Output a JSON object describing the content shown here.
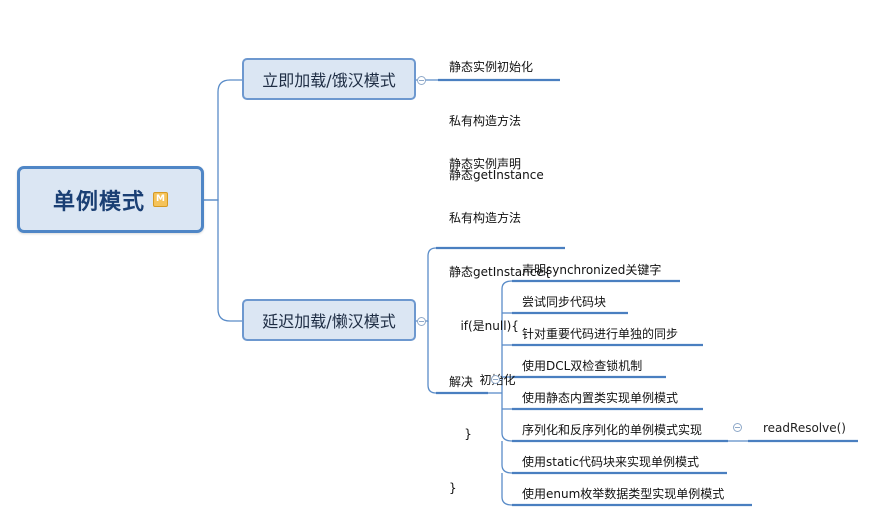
{
  "root": {
    "title": "单例模式",
    "marker": "M"
  },
  "eager": {
    "title": "立即加载/饿汉模式",
    "note_lines": [
      "静态实例初始化",
      "私有构造方法",
      "静态getInstance"
    ]
  },
  "lazy": {
    "title": "延迟加载/懒汉模式",
    "note_lines": [
      "静态实例声明",
      "私有构造方法",
      "静态getInstance{",
      "   if(是null){",
      "        初始化",
      "    }",
      "}"
    ],
    "solve": {
      "title": "解决",
      "items": [
        "声明synchronized关键字",
        "尝试同步代码块",
        "针对重要代码进行单独的同步",
        "使用DCL双检查锁机制",
        "使用静态内置类实现单例模式",
        "序列化和反序列化的单例模式实现",
        "使用static代码块来实现单例模式",
        "使用enum枚举数据类型实现单例模式"
      ],
      "serialization_child": "readResolve()"
    }
  },
  "colors": {
    "line": "#4f86c6",
    "root_border": "#4f86c6",
    "topic_fill": "#dbe6f3",
    "marker": "#f5c35a"
  }
}
